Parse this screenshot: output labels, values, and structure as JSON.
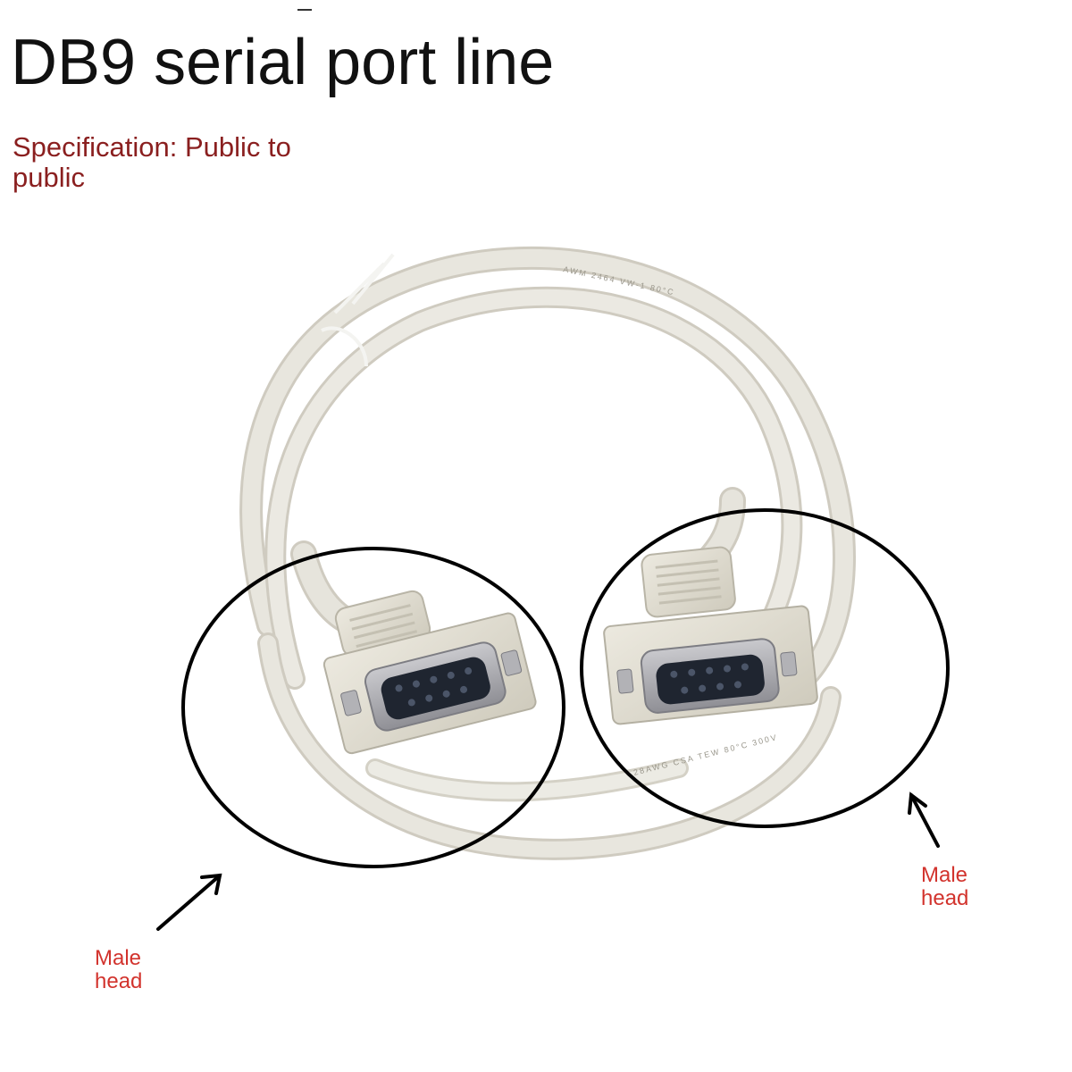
{
  "title": "DB9 serial port line",
  "specification": "Specification: Public to public",
  "callouts": {
    "left_label": "Male head",
    "right_label": "Male head"
  },
  "colors": {
    "title": "#111111",
    "specification": "#8a1f1f",
    "callout": "#d2332d",
    "cable": "#e4e1d6",
    "connector_body": "#dcd8cb",
    "port_shell": "#a8a8ad",
    "port_insulator": "#1f2530"
  }
}
